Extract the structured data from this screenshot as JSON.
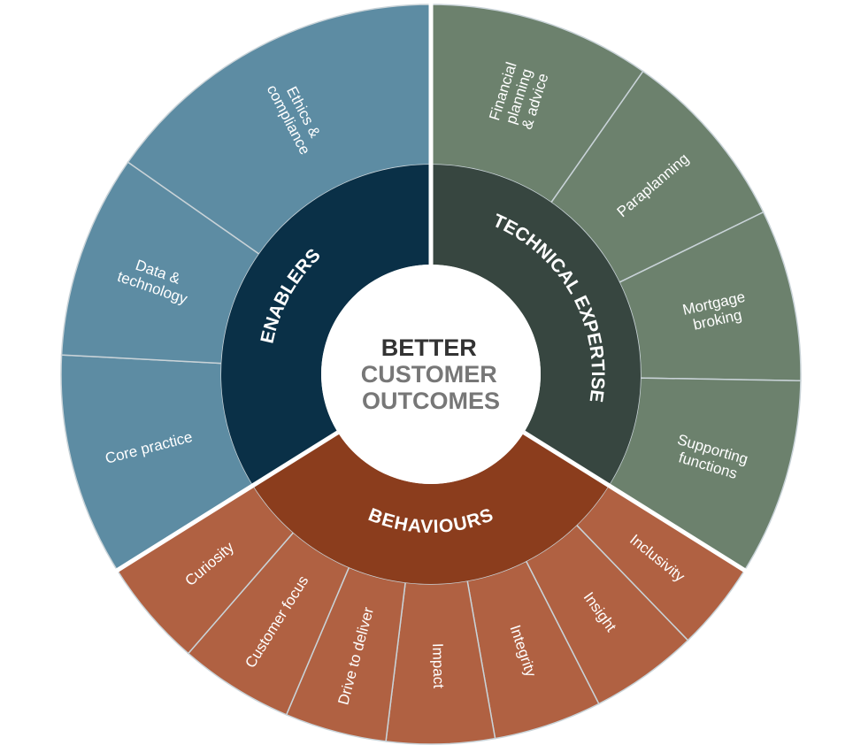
{
  "center": {
    "lines": [
      "BETTER",
      "CUSTOMER",
      "OUTCOMES"
    ]
  },
  "colors": {
    "enablers_inner": "#0a3047",
    "enablers_outer": "#5d8ca3",
    "technical_inner": "#374640",
    "technical_outer": "#6c816d",
    "behaviours_inner": "#8b3d1d",
    "behaviours_outer": "#b06142",
    "separator": "#ffffff",
    "segment_divider": "#c9d3d8"
  },
  "groups": [
    {
      "id": "enablers",
      "label": "ENABLERS",
      "items": [
        "Core practice",
        "Data & technology",
        "Ethics & compliance"
      ]
    },
    {
      "id": "technical",
      "label": "TECHNICAL EXPERTISE",
      "items": [
        "Financial planning & advice",
        "Paraplanning",
        "Mortgage broking",
        "Supporting functions"
      ]
    },
    {
      "id": "behaviours",
      "label": "BEHAVIOURS",
      "items": [
        "Inclusivity",
        "Insight",
        "Integrity",
        "Impact",
        "Drive to deliver",
        "Customer focus",
        "Curiosity"
      ]
    }
  ]
}
